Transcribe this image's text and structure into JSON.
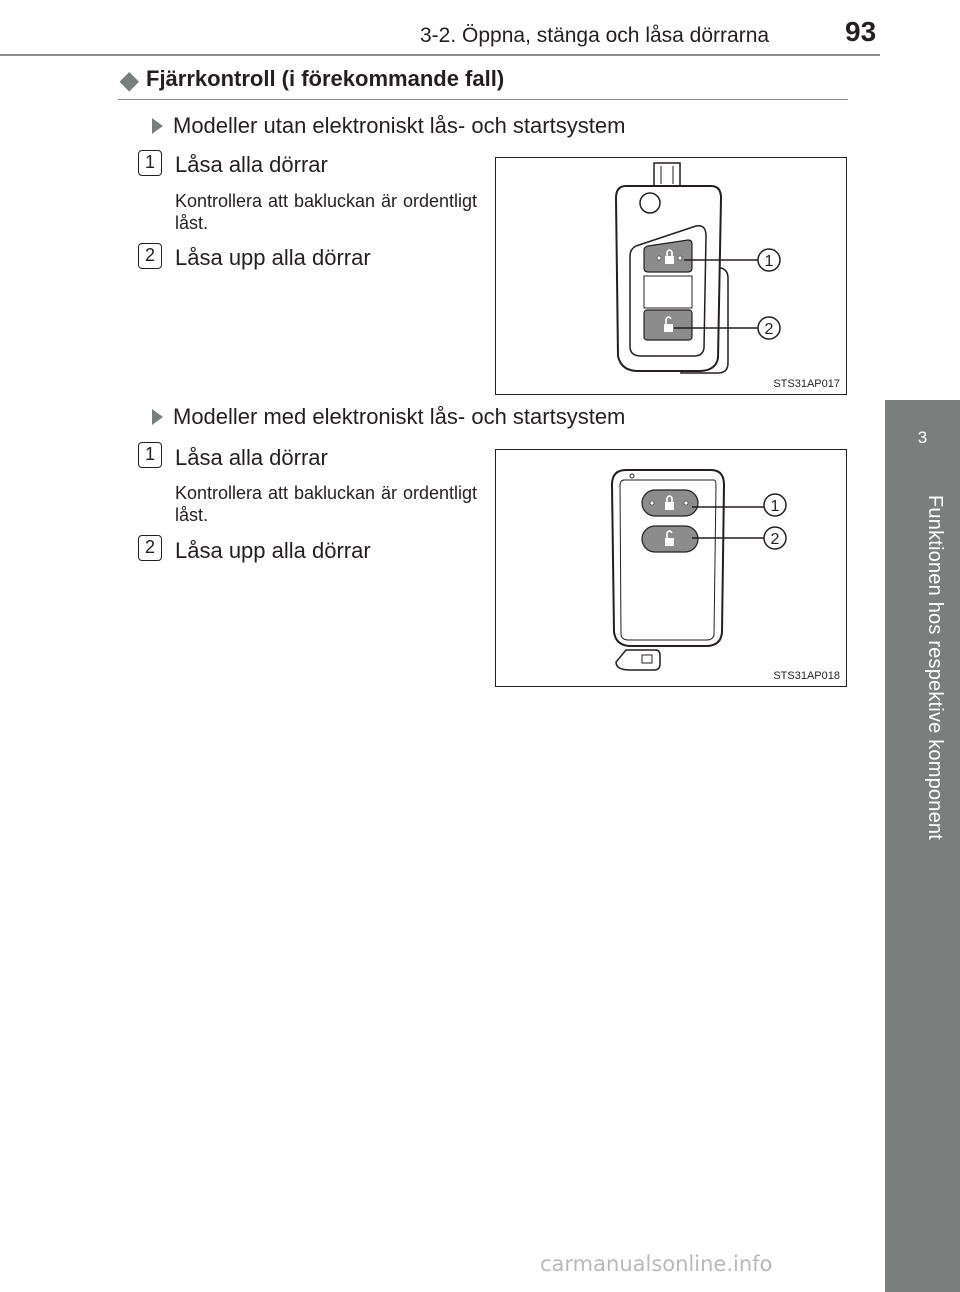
{
  "header": {
    "title": "3-2. Öppna, stänga och låsa dörrarna",
    "page_number": "93"
  },
  "side_tab": {
    "number": "3",
    "text": "Funktionen hos respektive komponent"
  },
  "section": {
    "title": "Fjärrkontroll (i förekommande fall)"
  },
  "block1": {
    "heading": "Modeller utan elektroniskt lås- och startsystem",
    "item1": {
      "num": "1",
      "label": "Låsa alla dörrar",
      "desc": "Kontrollera att bakluckan är ordentligt låst."
    },
    "item2": {
      "num": "2",
      "label": "Låsa upp alla dörrar"
    },
    "figure": {
      "code": "STS31AP017",
      "callout1": "1",
      "callout2": "2"
    }
  },
  "block2": {
    "heading": "Modeller med elektroniskt lås- och startsystem",
    "item1": {
      "num": "1",
      "label": "Låsa alla dörrar",
      "desc": "Kontrollera att bakluckan är ordentligt låst."
    },
    "item2": {
      "num": "2",
      "label": "Låsa upp alla dörrar"
    },
    "figure": {
      "code": "STS31AP018",
      "callout1": "1",
      "callout2": "2"
    }
  },
  "watermark": "carmanualsonline.info",
  "colors": {
    "accent_gray": "#7a7f7e",
    "rule_gray": "#8a8a8a",
    "text": "#231f20"
  }
}
